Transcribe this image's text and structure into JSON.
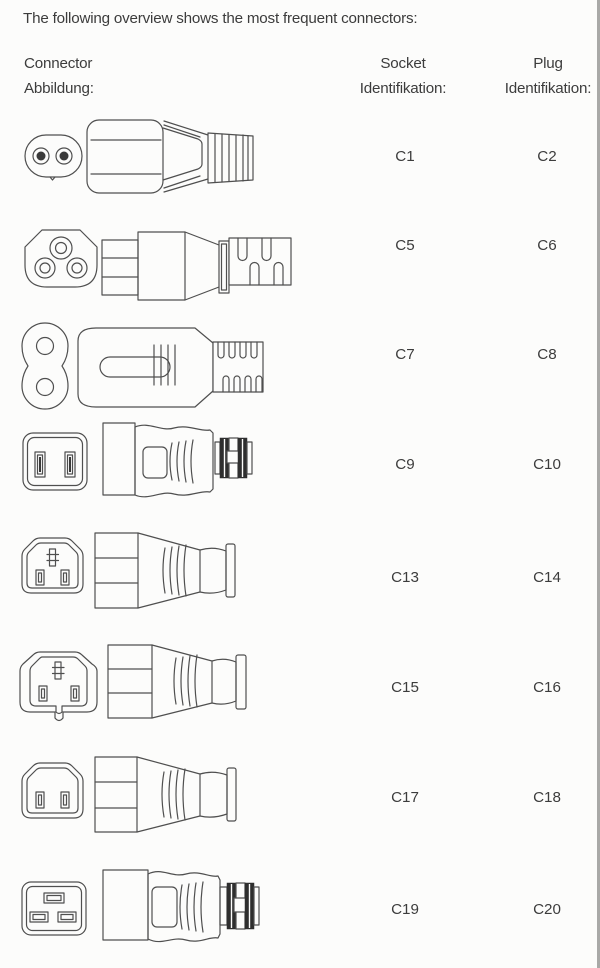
{
  "colors": {
    "background": "#fcfcfb",
    "text": "#3c3c3c",
    "line_art": "#4f4f4f",
    "dark_stripe": "#2e2e2e",
    "scan_edge": "#a9a9a7"
  },
  "overview": {
    "intro": "The following overview shows the most frequent connectors:",
    "columns": {
      "connector": [
        "Connector",
        "Abbildung:"
      ],
      "socket": [
        "Socket",
        "Identifikation:"
      ],
      "plug": [
        "Plug",
        "Identifikation:"
      ]
    },
    "rows": [
      {
        "socket": "C1",
        "plug": "C2",
        "icon": "c1-c2-two-pole-flat-connector"
      },
      {
        "socket": "C5",
        "plug": "C6",
        "icon": "c5-c6-cloverleaf-connector"
      },
      {
        "socket": "C7",
        "plug": "C8",
        "icon": "c7-c8-figure-eight-connector"
      },
      {
        "socket": "C9",
        "plug": "C10",
        "icon": "c9-c10-rectangular-two-pole-connector"
      },
      {
        "socket": "C13",
        "plug": "C14",
        "icon": "c13-c14-three-pole-kettle-connector"
      },
      {
        "socket": "C15",
        "plug": "C16",
        "icon": "c15-c16-hot-condition-connector"
      },
      {
        "socket": "C17",
        "plug": "C18",
        "icon": "c17-c18-two-pole-trapezoid-connector"
      },
      {
        "socket": "C19",
        "plug": "C20",
        "icon": "c19-c20-high-current-connector"
      }
    ]
  }
}
